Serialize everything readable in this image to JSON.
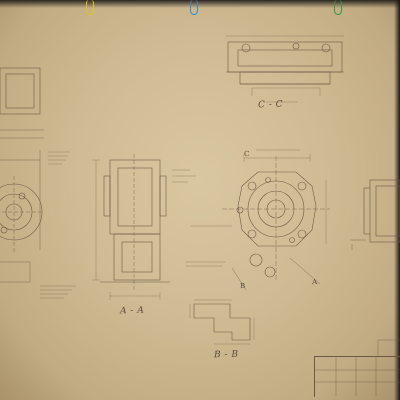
{
  "sheet": {
    "section_aa": "A - A",
    "section_bb": "B - B",
    "section_cc": "C - C",
    "view_a_mark": "A",
    "view_b_mark": "B",
    "view_c_mark": "C"
  },
  "clips": [
    "yellow",
    "blue",
    "green"
  ],
  "colors": {
    "paper": "#cfbb93",
    "ink": "#5a4b3a",
    "clip_yellow": "#e3c21f",
    "clip_blue": "#2e8fd6",
    "clip_green": "#2e9b4d"
  }
}
